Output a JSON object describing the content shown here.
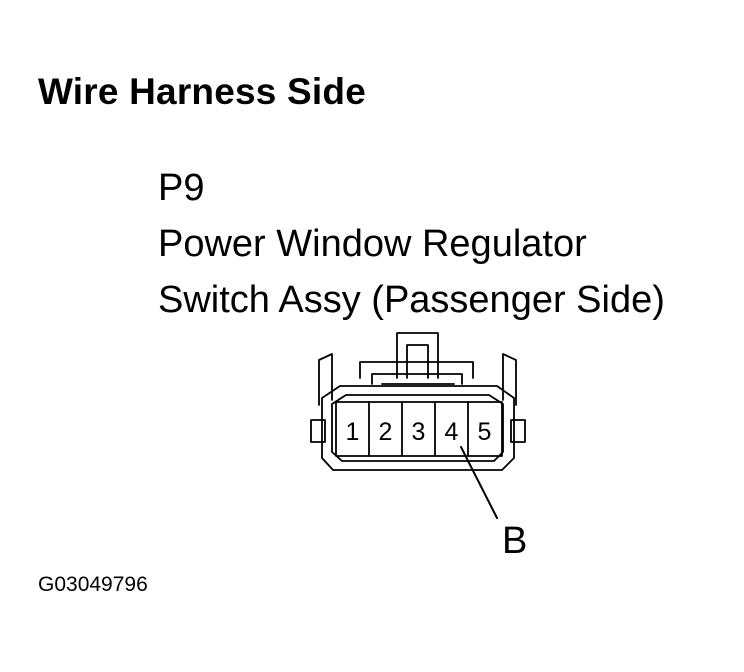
{
  "heading": "Wire Harness Side",
  "connector": {
    "code": "P9",
    "name_line1": "Power Window Regulator",
    "name_line2": "Switch Assy (Passenger Side)"
  },
  "pins": [
    "1",
    "2",
    "3",
    "4",
    "5"
  ],
  "callout_label": "B",
  "figure_code": "G03049796"
}
